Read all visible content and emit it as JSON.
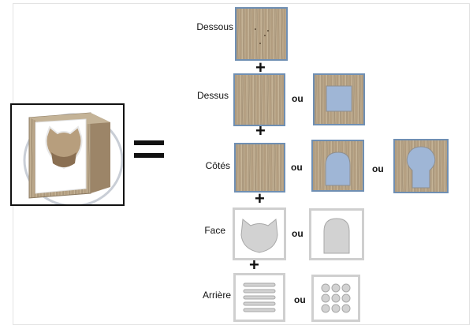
{
  "rows": {
    "dessous": {
      "label": "Dessous"
    },
    "dessus": {
      "label": "Dessus",
      "ou": "ou"
    },
    "cotes": {
      "label": "Côtés",
      "ou1": "ou",
      "ou2": "ou"
    },
    "face": {
      "label": "Face",
      "ou": "ou"
    },
    "arriere": {
      "label": "Arrière",
      "ou": "ou"
    }
  },
  "symbols": {
    "plus": "+"
  },
  "colors": {
    "wood": "#b7a487",
    "wood_grain": "#8b7a62",
    "tile_border": "#6f8fb3",
    "hole_blue": "#9fb6d6",
    "hole_gray": "#d2d2d2",
    "white_border": "#cfcfcf"
  },
  "icons": [
    "cube-preview-icon",
    "equals-icon",
    "plus-icon"
  ]
}
